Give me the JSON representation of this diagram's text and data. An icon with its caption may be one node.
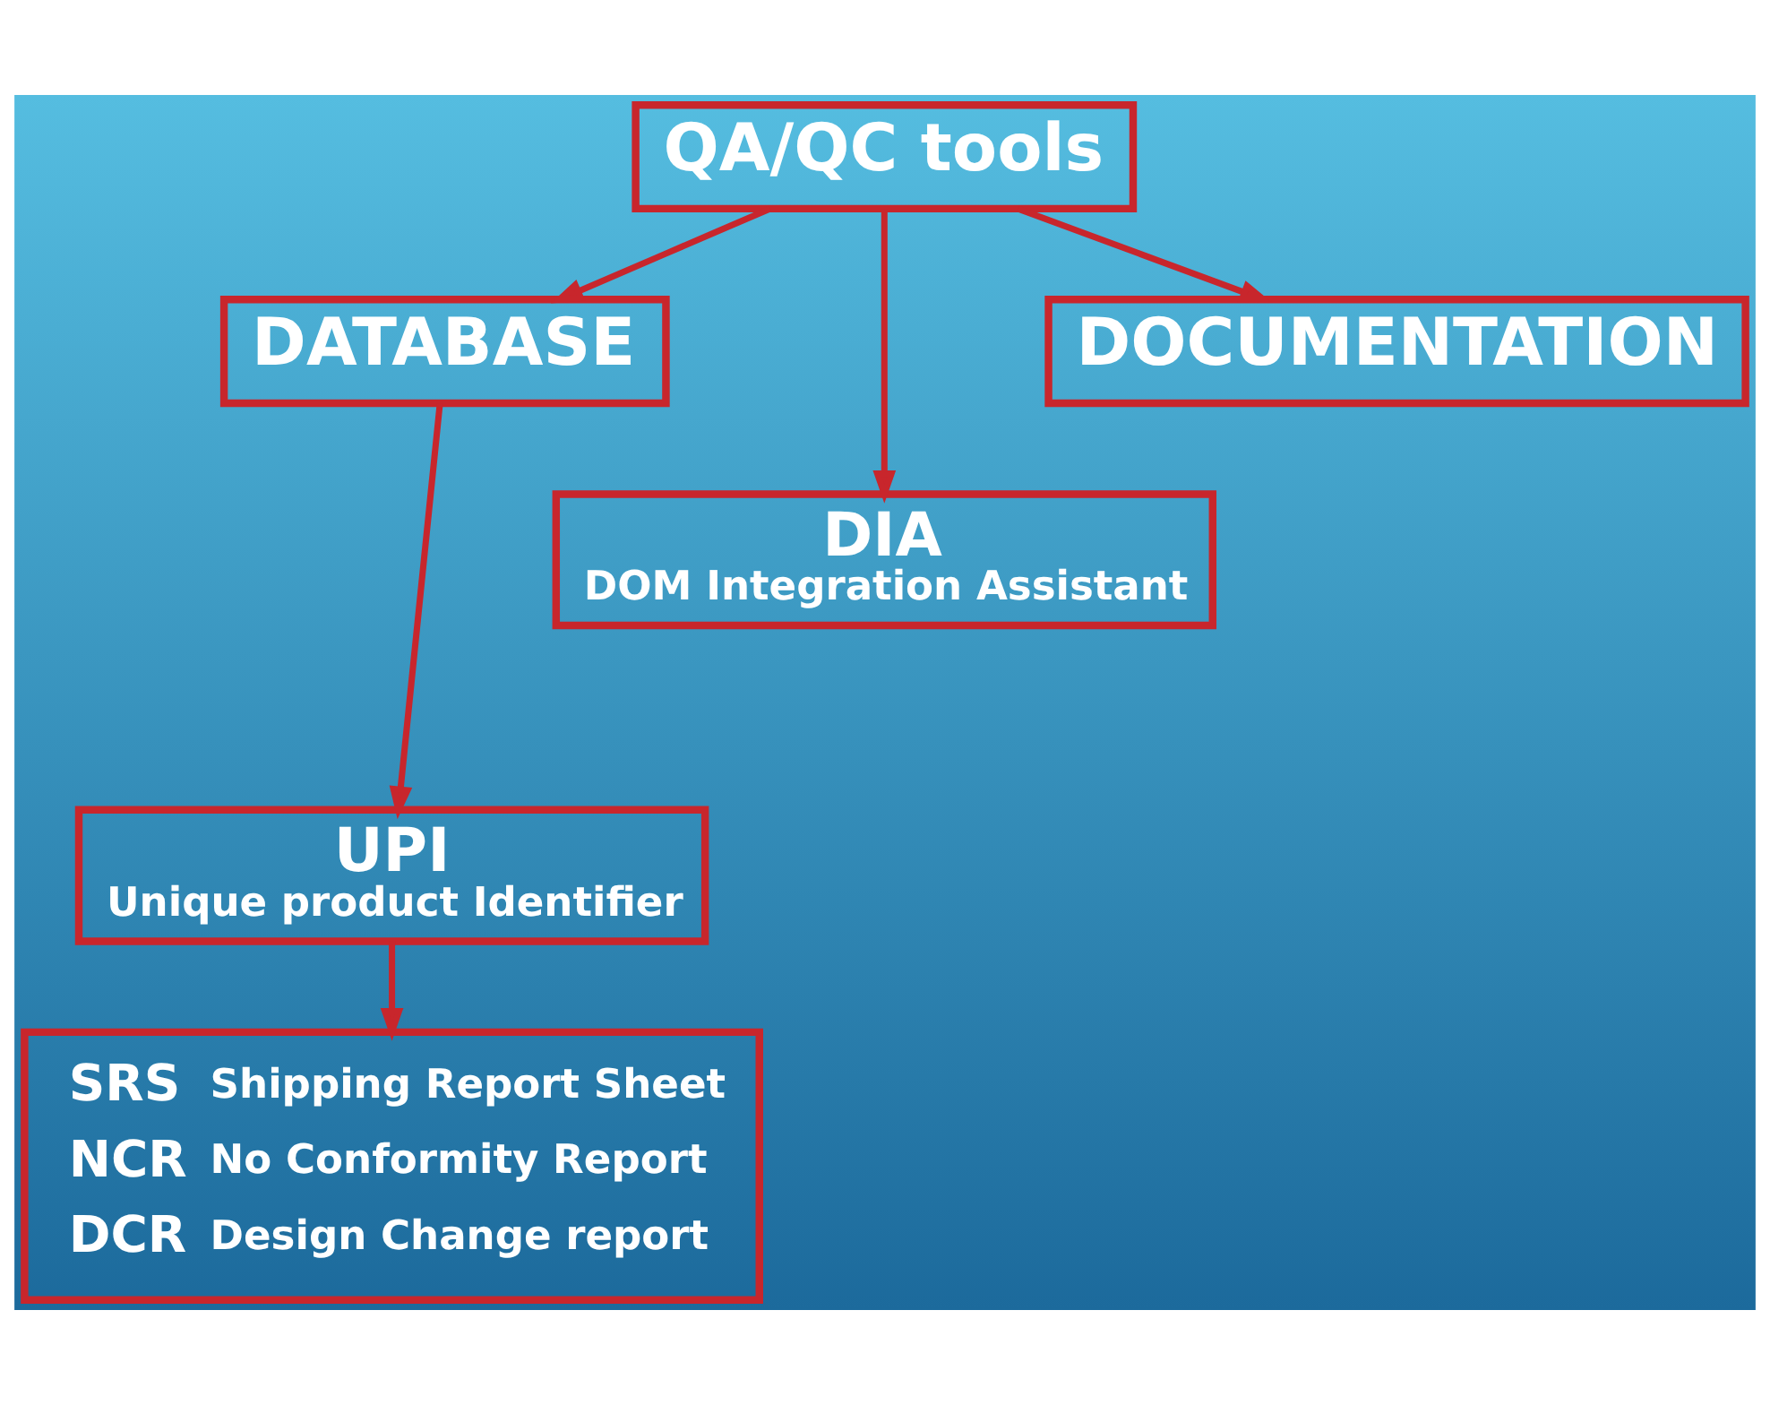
{
  "diagram": {
    "nodes": [
      {
        "text": [
          "QA/QC tools"
        ]
      },
      {
        "text": [
          "DATABASE"
        ]
      },
      {
        "text": [
          "DIA",
          "DOM Integration Assistant"
        ]
      },
      {
        "text": [
          "DOCUMENTATION"
        ]
      },
      {
        "text": [
          "UPI",
          "Unique product Identifier"
        ]
      },
      {
        "text": [
          "SRS",
          "Shipping Report Sheet",
          "NCR",
          "No Conformity Report",
          "DCR",
          "Design Change report"
        ]
      }
    ],
    "edges": [
      {
        "from": 0,
        "to": 1,
        "arrow": "to"
      },
      {
        "from": 0,
        "to": 2,
        "arrow": "to"
      },
      {
        "from": 0,
        "to": 3,
        "arrow": "to"
      },
      {
        "from": 1,
        "to": 4,
        "arrow": "to"
      },
      {
        "from": 4,
        "to": 5,
        "arrow": "to"
      }
    ]
  }
}
